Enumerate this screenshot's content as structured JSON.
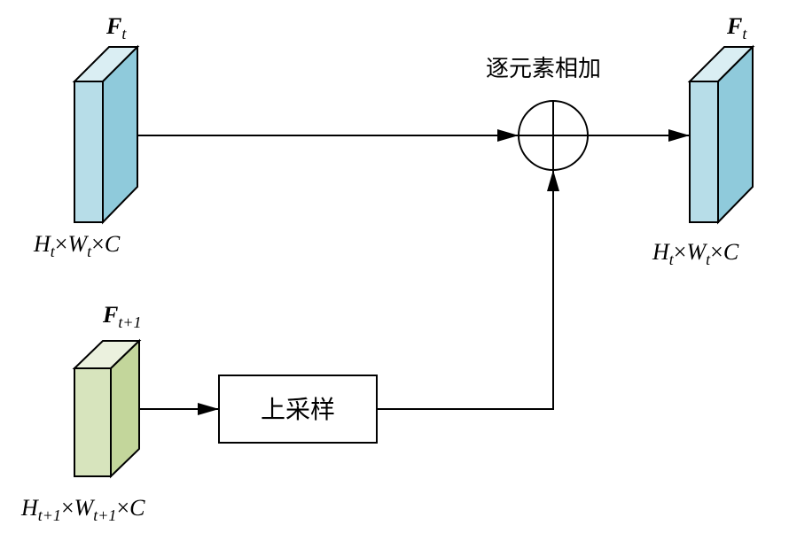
{
  "colors": {
    "blue_front": "#B7DDE8",
    "blue_side": "#8FCADB",
    "blue_top": "#DAEEF3",
    "green_front": "#D7E4BD",
    "green_side": "#C3D69B",
    "green_top": "#EBF1DE",
    "stroke": "#000000"
  },
  "input_top": {
    "name_main": "F",
    "name_sub": "t",
    "dims": {
      "H": "H",
      "H_sub": "t",
      "W": "W",
      "W_sub": "t",
      "C": "C",
      "times": "×"
    }
  },
  "input_bottom": {
    "name_main": "F",
    "name_sub": "t+1",
    "dims": {
      "H": "H",
      "H_sub": "t+1",
      "W": "W",
      "W_sub": "t+1",
      "C": "C",
      "times": "×"
    }
  },
  "output": {
    "name_main": "F",
    "name_sub": "t",
    "dims": {
      "H": "H",
      "H_sub": "t",
      "W": "W",
      "W_sub": "t",
      "C": "C",
      "times": "×"
    }
  },
  "add_node": {
    "label": "逐元素相加",
    "symbol": "element-wise-add"
  },
  "upsample_box": {
    "label": "上采样"
  }
}
